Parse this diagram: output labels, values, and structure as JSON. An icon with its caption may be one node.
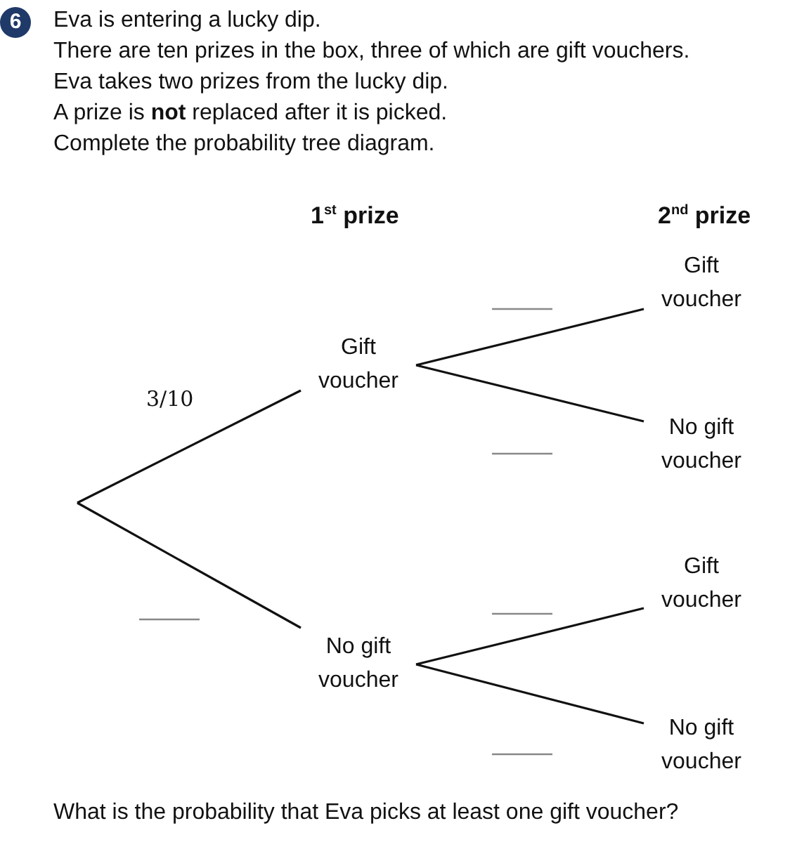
{
  "diagram": {
    "nodes": [
      {
        "text": [
          "Gift voucher"
        ]
      },
      {
        "text": [
          "No gift voucher"
        ]
      },
      {
        "text": [
          "Gift voucher"
        ]
      },
      {
        "text": [
          "No gift voucher"
        ]
      },
      {
        "text": [
          "Gift voucher"
        ]
      },
      {
        "text": [
          "No gift voucher"
        ]
      }
    ],
    "edges": [
      {
        "from": null,
        "to": 0,
        "arrow": "none",
        "label": "3/10"
      },
      {
        "from": null,
        "to": 1,
        "arrow": "none"
      },
      {
        "from": 0,
        "to": 2,
        "arrow": "none"
      },
      {
        "from": 0,
        "to": 3,
        "arrow": "none"
      },
      {
        "from": 1,
        "to": 4,
        "arrow": "none"
      },
      {
        "from": 1,
        "to": 5,
        "arrow": "none"
      }
    ],
    "labels": [
      "6",
      "Eva is entering a lucky dip.",
      "There are ten prizes in the box, three of which are gift vouchers.",
      "Eva takes two prizes from the lucky dip.",
      "A prize is **not** replaced after it is picked.",
      "Complete the probability tree diagram.",
      "1$^{st}$ prize",
      "2$^{nd}$ prize",
      "What is the probability that Eva picks at least one gift voucher?"
    ]
  }
}
